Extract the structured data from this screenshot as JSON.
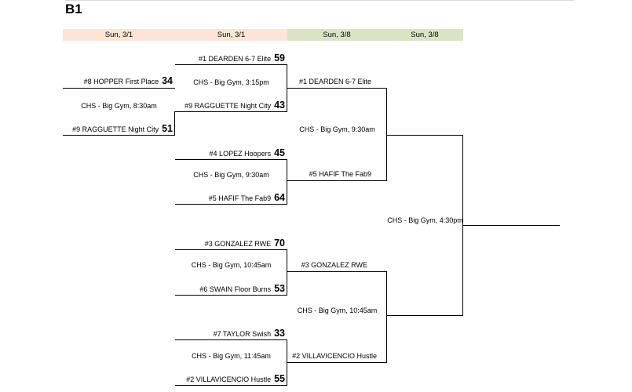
{
  "title": "B1",
  "headers": [
    "Sun, 3/1",
    "Sun, 3/1",
    "Sun, 3/8",
    "Sun, 3/8"
  ],
  "round1": {
    "team_a": "#8 HOPPER First Place",
    "score_a": "34",
    "venue": "CHS - Big Gym, 8:30am",
    "team_b": "#9 RAGGUETTE Night City",
    "score_b": "51"
  },
  "round2": [
    {
      "team_a": "#1 DEARDEN 6-7 Elite",
      "score_a": "59",
      "venue": "CHS - Big Gym, 3:15pm",
      "team_b": "#9 RAGGUETTE Night City",
      "score_b": "43"
    },
    {
      "team_a": "#4 LOPEZ Hoopers",
      "score_a": "45",
      "venue": "CHS - Big Gym, 9:30am",
      "team_b": "#5 HAFIF The Fab9",
      "score_b": "64"
    },
    {
      "team_a": "#3 GONZALEZ RWE",
      "score_a": "70",
      "venue": "CHS - Big Gym, 10:45am",
      "team_b": "#6 SWAIN Floor Burns",
      "score_b": "53"
    },
    {
      "team_a": "#7 TAYLOR Swish",
      "score_a": "33",
      "venue": "CHS - Big Gym, 11:45am",
      "team_b": "#2 VILLAVICENCIO Hustle",
      "score_b": "55"
    }
  ],
  "semis": [
    {
      "team_a": "#1 DEARDEN 6-7 Elite",
      "venue": "CHS - Big Gym, 9:30am",
      "team_b": "#5 HAFIF The Fab9"
    },
    {
      "team_a": "#3 GONZALEZ RWE",
      "venue": "CHS - Big Gym, 10:45am",
      "team_b": "#2 VILLAVICENCIO Hustle"
    }
  ],
  "final": {
    "venue": "CHS - Big Gym, 4:30pm"
  }
}
